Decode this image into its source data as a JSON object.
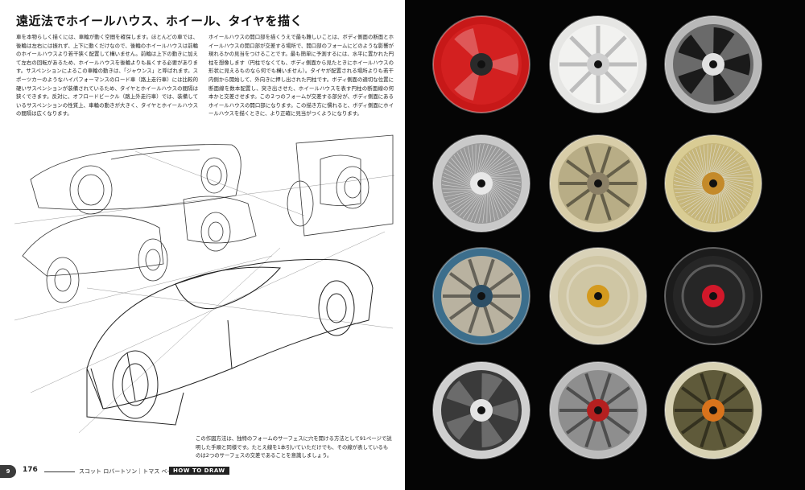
{
  "title": "遠近法でホイールハウス、ホイール、タイヤを描く",
  "body_col1": "車を本物らしく描くには、車輪が動く空間を確保します。ほとんどの車では、後輪は左右には振れず、上下に動くだけなので、後輪のホイールハウスは前輪のホイールハウスより若干狭く配置して構いません。前輪は上下の動きに加えて左右の回転があるため、ホイールハウスを後輪よりも長くする必要があります。サスペンションによるこの車輪の動きは、「ジャウンス」と呼ばれます。スポーツカーのようなハイパフォーマンスのロード車（路上走行車）には比較的硬いサスペンションが装備されているため、タイヤとホイールハウスの間隔は狭くできます。反対に、オフロードビークル（路上外走行車）では、装備しているサスペンションの性質上、車輪の動きが大きく、タイヤとホイールハウスの間隔は広くなります。",
  "body_col2": "ホイールハウスの開口部を描くうえで最も難しいことは、ボディ側面の断面とホイールハウスの開口部が交差する場所で、開口部のフォームにどのような影響が現れるかの見当をつけることです。最も簡単に予測するには、水平に置かれた円柱を想像します（円柱でなくても、ボディ側面から見たときにホイールハウスの形状に見えるものなら何でも構いません）。タイヤが配置される場所よりも若干内側から開始して、外向きに押し出された円柱です。ボディ側面の適切な位置に断面線を数本配置し、突き出させた、ホイールハウスを表す円柱の断面線の何本かと交差させます。この２つのフォームが交差する部分が、ボディ側面にあるホイールハウスの開口部になります。この描き方に慣れると、ボディ側面にホイールハウスを描くときに、より正確に見当がつくようになります。",
  "caption": "この作図方法は、独特のフォームのサーフェスに穴を開ける方法として91ページで説明した手順と同様です。たとえ線を1本引いていただけでも、その線が表しているものは2つのサーフェスの交差であることを意識しましょう。",
  "footer": {
    "tab": "9",
    "page_number": "176",
    "authors": "スコット ロバートソン｜トマス ベートリング",
    "logo": "HOW TO DRAW"
  },
  "wheels": [
    {
      "name": "red-hub-wheel",
      "rim": "#c71818",
      "face": "#d32020",
      "hub": "#2a2a2a",
      "style": "spoke3"
    },
    {
      "name": "white-slot-wheel",
      "rim": "#e6e6e4",
      "face": "#f2f2f0",
      "hub": "#cfcfcf",
      "style": "slot"
    },
    {
      "name": "chrome-cutout-wheel",
      "rim": "#b8b8b8",
      "face": "#6a6a6a",
      "hub": "#e0e0e0",
      "style": "cutout"
    },
    {
      "name": "wire-spoke-wheel",
      "rim": "#c9c9c9",
      "face": "#9a9a9a",
      "hub": "#e8e8e8",
      "style": "wire"
    },
    {
      "name": "gold-ten-spoke-wheel",
      "rim": "#d8cda8",
      "face": "#b8ad86",
      "hub": "#8b8066",
      "style": "spoke10"
    },
    {
      "name": "gold-wire-wheel",
      "rim": "#d9cc94",
      "face": "#c6b67a",
      "hub": "#c48a2a",
      "style": "wire"
    },
    {
      "name": "blue-rim-wheel",
      "rim": "#3c6e8c",
      "face": "#b9b2a0",
      "hub": "#2d4f66",
      "style": "spoke10"
    },
    {
      "name": "gold-center-wheel",
      "rim": "#d9d2b8",
      "face": "#cfc6a4",
      "hub": "#d49a1e",
      "style": "plain"
    },
    {
      "name": "black-steel-wheel",
      "rim": "#1c1c1c",
      "face": "#262626",
      "hub": "#d1182a",
      "style": "plain"
    },
    {
      "name": "turbine-wheel",
      "rim": "#cfcfcf",
      "face": "#3a3a3a",
      "hub": "#e4e4e4",
      "style": "turbine"
    },
    {
      "name": "disc-brake-wheel",
      "rim": "#bdbdbd",
      "face": "#8e8e8e",
      "hub": "#b42020",
      "style": "spoke10"
    },
    {
      "name": "bronze-spoke-wheel",
      "rim": "#d8d2b4",
      "face": "#5f5a3a",
      "hub": "#d8731c",
      "style": "spoke10"
    }
  ]
}
